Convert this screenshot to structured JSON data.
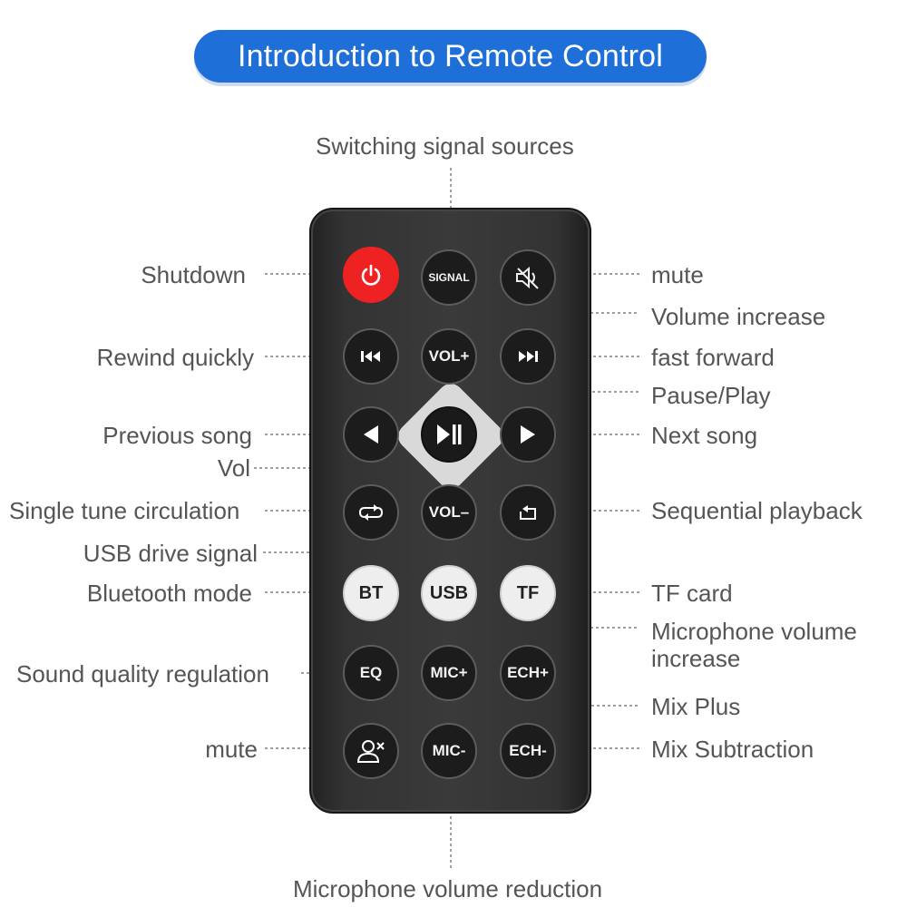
{
  "title": "Introduction to Remote Control",
  "labels": {
    "switching_signal_sources": "Switching signal sources",
    "shutdown": "Shutdown",
    "mute_top": "mute",
    "volume_increase": "Volume increase",
    "rewind_quickly": "Rewind quickly",
    "fast_forward": "fast forward",
    "pause_play": "Pause/Play",
    "previous_song": "Previous song",
    "next_song": "Next song",
    "vol": "Vol",
    "single_tune_circulation": "Single tune circulation",
    "sequential_playback": "Sequential playback",
    "usb_drive_signal": "USB drive signal",
    "bluetooth_mode": "Bluetooth mode",
    "tf_card": "TF card",
    "mic_volume_increase_1": "Microphone volume",
    "mic_volume_increase_2": "increase",
    "sound_quality_regulation": "Sound quality regulation",
    "mix_plus": "Mix Plus",
    "mute_bottom": "mute",
    "mix_subtraction": "Mix Subtraction",
    "mic_volume_reduction": "Microphone volume reduction"
  },
  "buttons": {
    "signal": "SIGNAL",
    "vol_plus": "VOL+",
    "vol_minus": "VOL–",
    "bt": "BT",
    "usb": "USB",
    "tf": "TF",
    "eq": "EQ",
    "mic_plus": "MIC+",
    "ech_plus": "ECH+",
    "mic_minus": "MIC-",
    "ech_minus": "ECH-"
  },
  "icons": {
    "power": "power-icon",
    "mute": "speaker-mute-icon",
    "rewind": "rewind-icon",
    "forward": "fast-forward-icon",
    "previous": "previous-icon",
    "play_pause": "play-pause-icon",
    "next": "next-icon",
    "repeat": "repeat-icon",
    "sequential": "sequential-icon",
    "vocal_mute": "vocal-mute-icon"
  },
  "colors": {
    "title_bg": "#1f6fd8",
    "power_button": "#ee2222",
    "remote_body": "#333333"
  }
}
